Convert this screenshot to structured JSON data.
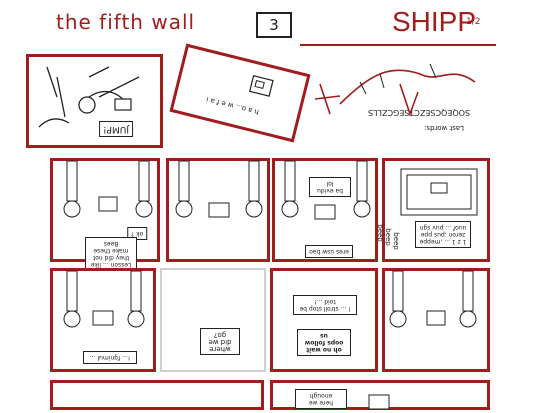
{
  "header": {
    "title": "the fifth wall",
    "page_number": "3",
    "logo": "SHIPP",
    "logo_fraction": "1/2"
  },
  "panels": {
    "p1_jump": "JUMP!",
    "p2_caption": "h a o... w e f a i",
    "p3_last_words": "Last words:",
    "p3_gibberish": "SOQEQCSEZCTSEGCZLLS",
    "r2_p1_note": "ok ?",
    "r2_p1_text": "Lesson ... like they did not make these Bees",
    "r2_p3_speech": "ba evidu lol",
    "r2_p3_caption": "eres usw bao",
    "r2_p4_beep1": "beep",
    "r2_p4_beep2": "beep",
    "r2_p4_beep3": "beep",
    "r2_p4_text": "1 z 1 ... ,meppe zeron ,pus ppe uuof ... puv sgn",
    "r3_p1_text": "!... fgnimul ...",
    "r3_p2_caption": "where did we go?",
    "r3_p3_speech1": "! ... stroll stop be toid ...!",
    "r3_p3_speech2": "oh no wait oops follow us",
    "r4_caption": "here we enough"
  },
  "colors": {
    "ink": "#a31c1c",
    "line": "#222222",
    "muted": "#cfcfcf"
  }
}
